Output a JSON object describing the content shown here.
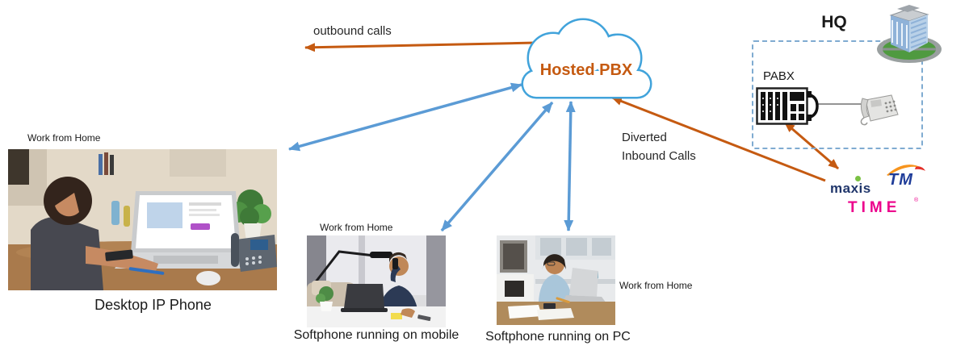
{
  "cloud": {
    "label": "Hosted PBX"
  },
  "arrows": {
    "outbound_label": "outbound calls",
    "diverted_line1": "Diverted",
    "diverted_line2": "Inbound Calls"
  },
  "hq": {
    "title": "HQ",
    "pabx_label": "PABX"
  },
  "providers": {
    "maxis": "maxis",
    "tm": "TM",
    "time": "TIME",
    "time_reg": "®"
  },
  "scenes": {
    "desktop": {
      "tag": "Work from Home",
      "caption": "Desktop IP Phone"
    },
    "mobile": {
      "tag": "Work from Home",
      "caption": "Softphone running on mobile"
    },
    "pc": {
      "tag": "Work from Home",
      "caption": "Softphone running on PC"
    }
  },
  "colors": {
    "arrow_orange": "#C55A11",
    "arrow_blue": "#5B9BD5",
    "cloud_stroke": "#41A3DB",
    "cloud_text": "#C55A11",
    "hq_border": "#7FABD1",
    "maxis_blue": "#20366B",
    "maxis_green": "#7AC143",
    "tm_blue": "#1F3D99",
    "tm_orange": "#F7941D",
    "tm_red": "#E4322B",
    "time_pink": "#EC008C"
  }
}
